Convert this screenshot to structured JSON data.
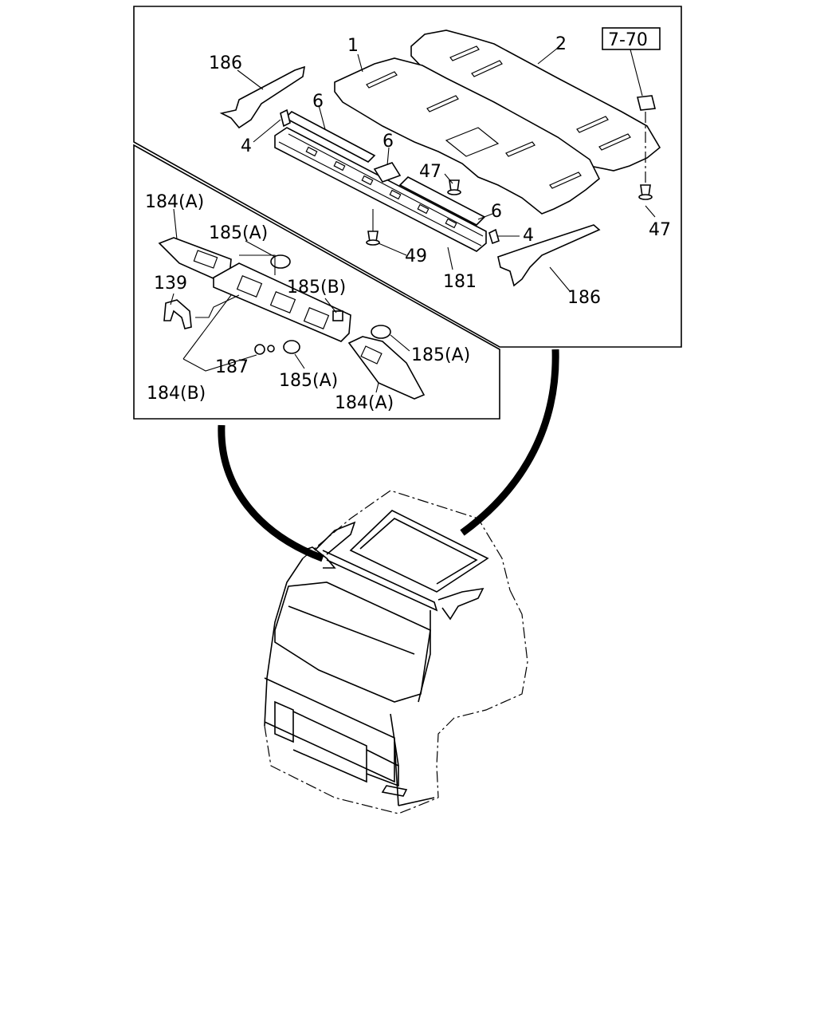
{
  "ref_box": "7-70",
  "labels": {
    "p1": "1",
    "p2": "2",
    "p4a": "4",
    "p4b": "4",
    "p6a": "6",
    "p6b": "6",
    "p6c": "6",
    "p47a": "47",
    "p47b": "47",
    "p49": "49",
    "p181": "181",
    "p186a": "186",
    "p186b": "186",
    "p184a1": "184(A)",
    "p184a2": "184(A)",
    "p184b": "184(B)",
    "p185a1": "185(A)",
    "p185a2": "185(A)",
    "p185a3": "185(A)",
    "p185b": "185(B)",
    "p139": "139",
    "p187": "187"
  }
}
